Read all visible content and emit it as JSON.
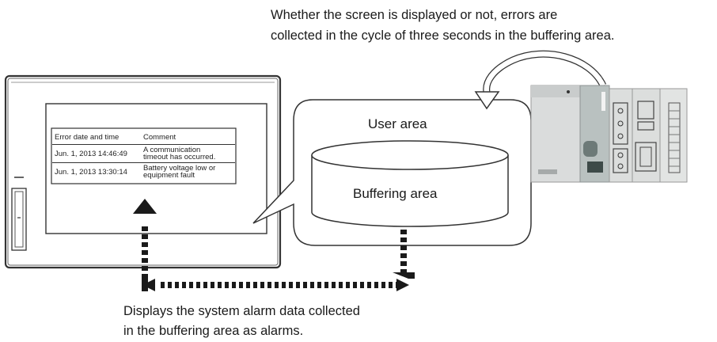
{
  "top_note": {
    "line1": "Whether the screen is displayed or not, errors are",
    "line2": "collected in the cycle of three seconds in the buffering area."
  },
  "bottom_note": {
    "line1": "Displays the system alarm data collected",
    "line2": "in the buffering area as alarms."
  },
  "alarm_table": {
    "headers": [
      "Error date and time",
      "Comment"
    ],
    "rows": [
      {
        "datetime": "Jun. 1, 2013 14:46:49",
        "comment_line1": "A communication",
        "comment_line2": "timeout has occurred."
      },
      {
        "datetime": "Jun. 1, 2013 13:30:14",
        "comment_line1": "Battery voltage low or",
        "comment_line2": "equipment fault"
      }
    ]
  },
  "labels": {
    "user_area": "User area",
    "buffering_area": "Buffering area"
  },
  "colors": {
    "arrow": "#1a1a1a",
    "panel_frame": "#333333",
    "plc_body": "#d8d8d8",
    "plc_dark": "#9aa0a0"
  }
}
